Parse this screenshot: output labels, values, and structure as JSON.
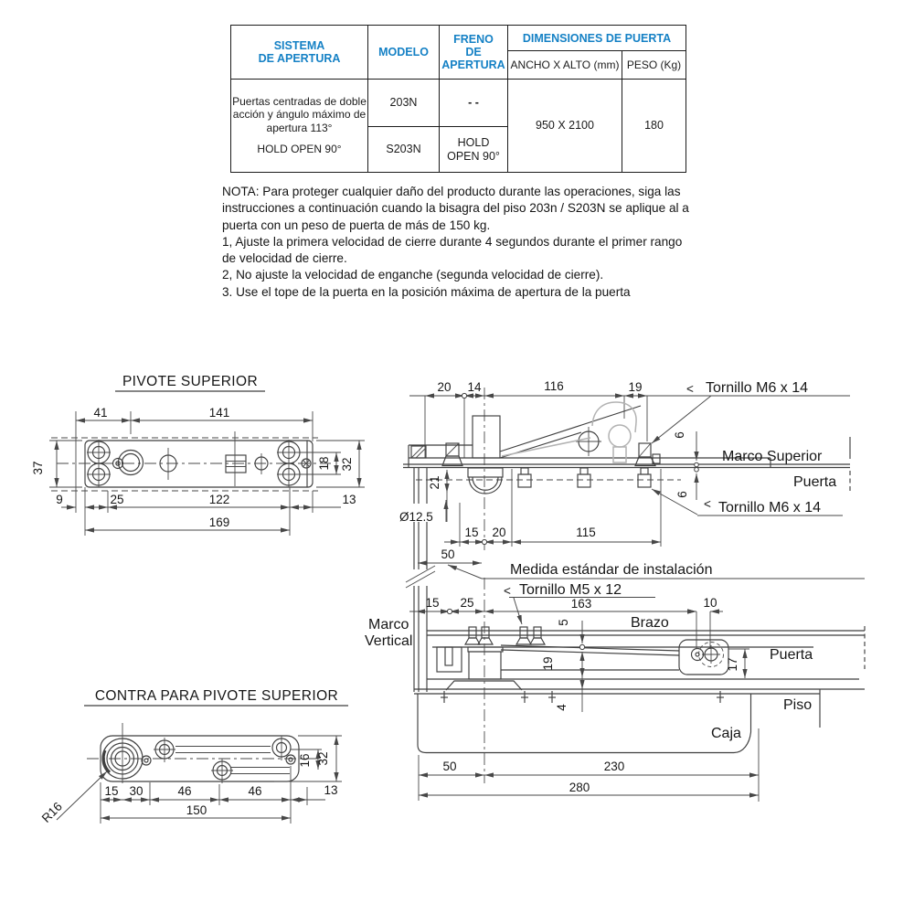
{
  "colors": {
    "header_blue": "#1581c5",
    "line_gray": "#3f3f3f",
    "ghost_gray": "#b2b2b2"
  },
  "table": {
    "header": {
      "sistema_l1": "SISTEMA",
      "sistema_l2": "DE APERTURA",
      "modelo": "MODELO",
      "freno_l1": "FRENO",
      "freno_l2": "DE",
      "freno_l3": "APERTURA",
      "dimensiones": "DIMENSIONES DE PUERTA",
      "ancho": "ANCHO X ALTO (mm)",
      "peso": "PESO (Kg)"
    },
    "body": {
      "sistema_desc": "Puertas centradas de doble acción y ángulo máximo de apertura 113°",
      "sistema_hold": "HOLD OPEN 90°",
      "row1_modelo": "203N",
      "row1_freno": "- -",
      "row2_modelo": "S203N",
      "row2_freno": "HOLD OPEN 90°",
      "dimensiones_valor": "950 X 2100",
      "peso_valor": "180"
    }
  },
  "notes": {
    "lines": [
      "NOTA: Para proteger cualquier daño del producto durante las operaciones, siga las",
      "instrucciones a continuación cuando la bisagra del piso 203n / S203N se aplique al a",
      "puerta con un peso de puerta de más de 150 kg.",
      "1, Ajuste la primera velocidad de cierre durante 4 segundos durante el primer rango",
      "de velocidad de cierre.",
      "2, No ajuste la velocidad de enganche (segunda velocidad de cierre).",
      "3. Use el tope de la puerta en la posición máxima de apertura de la puerta"
    ]
  },
  "pivote_superior": {
    "title": "PIVOTE SUPERIOR",
    "d41": "41",
    "d141": "141",
    "d37": "37",
    "d18": "18",
    "d32": "32",
    "d9": "9",
    "d25": "25",
    "d122": "122",
    "d13": "13",
    "d169": "169"
  },
  "contra_pivote": {
    "title": "CONTRA PARA PIVOTE SUPERIOR",
    "r16": "R16",
    "d15": "15",
    "d30": "30",
    "d46a": "46",
    "d46b": "46",
    "d13": "13",
    "d150": "150",
    "d16": "16",
    "d32": "32"
  },
  "seccion_superior": {
    "d20": "20",
    "d14": "14",
    "d116": "116",
    "d19": "19",
    "tornillo_marco": "Tornillo M6 x 14",
    "tornillo_puerta": "Tornillo M6 x 14",
    "marco_superior": "Marco Superior",
    "puerta": "Puerta",
    "d6_marco": "6",
    "d6_puerta": "6",
    "d21": "21",
    "diametro": "Ø12.5",
    "d15": "15",
    "d20b": "20",
    "d115": "115",
    "d50": "50",
    "medida": "Medida estándar de instalación"
  },
  "seccion_inferior": {
    "tornillo": "Tornillo M5 x 12",
    "d15": "15",
    "d25": "25",
    "d163": "163",
    "d10": "10",
    "d5": "5",
    "d19": "19",
    "d17": "17",
    "d4": "4",
    "marco_linea1": "Marco",
    "marco_linea2": "Vertical",
    "brazo": "Brazo",
    "puerta": "Puerta",
    "piso": "Piso",
    "caja": "Caja",
    "d50": "50",
    "d230": "230",
    "d280": "280"
  },
  "glyphs": {
    "flecha": "<"
  }
}
